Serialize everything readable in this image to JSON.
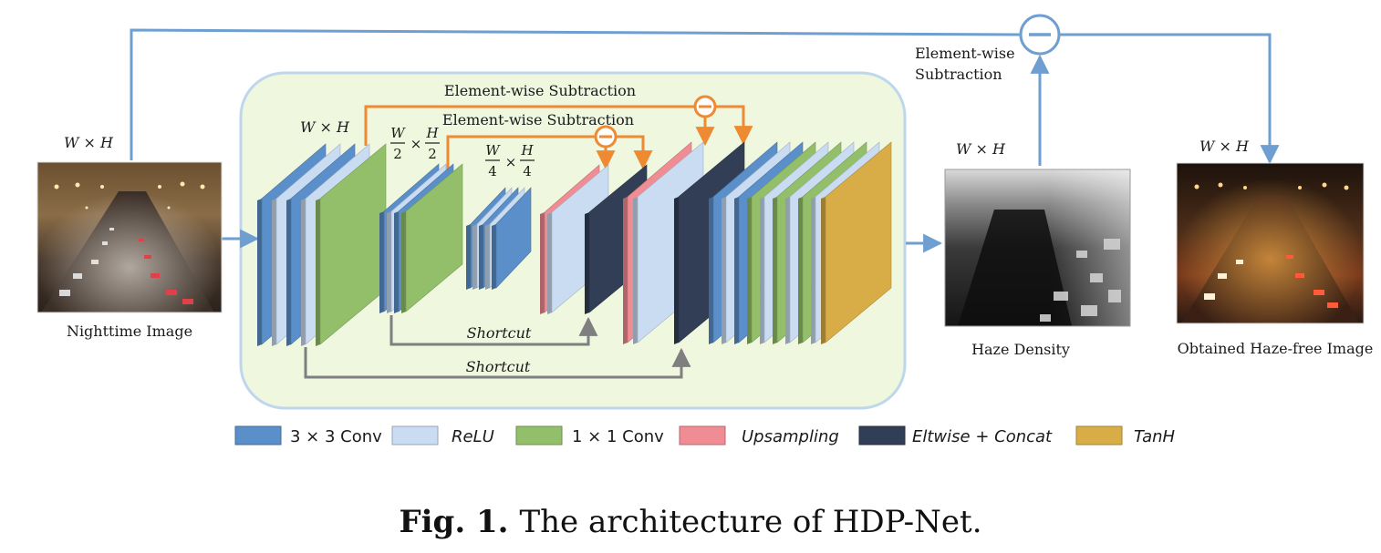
{
  "colors": {
    "conv3": "#5b8fc9",
    "relu": "#c9dcf2",
    "conv1": "#93bf6a",
    "upsampling": "#f08c93",
    "eltwise": "#323e55",
    "tanh": "#d8ad48",
    "connector_blue": "#6e9fd0",
    "connector_orange": "#ed8a32",
    "connector_gray": "#7f7f7f",
    "panel_fill": "#eff7df",
    "panel_border": "#bed7ec"
  },
  "labels": {
    "input_size": "W × H",
    "input_caption": "Nighttime Image",
    "density_size": "W × H",
    "density_caption": "Haze Density",
    "output_size": "W × H",
    "output_caption": "Obtained Haze-free Image",
    "outer_subtraction_line1": "Element-wise",
    "outer_subtraction_line2": "Subtraction",
    "inner_subtraction_1": "Element-wise Subtraction",
    "inner_subtraction_2": "Element-wise Subtraction",
    "stage1_size": "W × H",
    "stage2_w": "W",
    "stage2_den_w": "2",
    "stage2_h": "H",
    "stage2_den_h": "2",
    "stage2_times": "×",
    "stage3_w": "W",
    "stage3_den_w": "4",
    "stage3_h": "H",
    "stage3_den_h": "4",
    "stage3_times": "×",
    "shortcut_1": "Shortcut",
    "shortcut_2": "Shortcut",
    "minus_sign": "−"
  },
  "legend": [
    {
      "label": "3 × 3 Conv",
      "color_key": "conv3",
      "italic": false
    },
    {
      "label": "ReLU",
      "color_key": "relu",
      "italic": true
    },
    {
      "label": "1 × 1 Conv",
      "color_key": "conv1",
      "italic": false
    },
    {
      "label": "Upsampling",
      "color_key": "upsampling",
      "italic": true
    },
    {
      "label": "Eltwise + Concat",
      "color_key": "eltwise",
      "italic": true
    },
    {
      "label": "TanH",
      "color_key": "tanh",
      "italic": true
    }
  ],
  "caption": {
    "prefix": "Fig. 1.",
    "text": "The architecture of HDP-Net."
  }
}
